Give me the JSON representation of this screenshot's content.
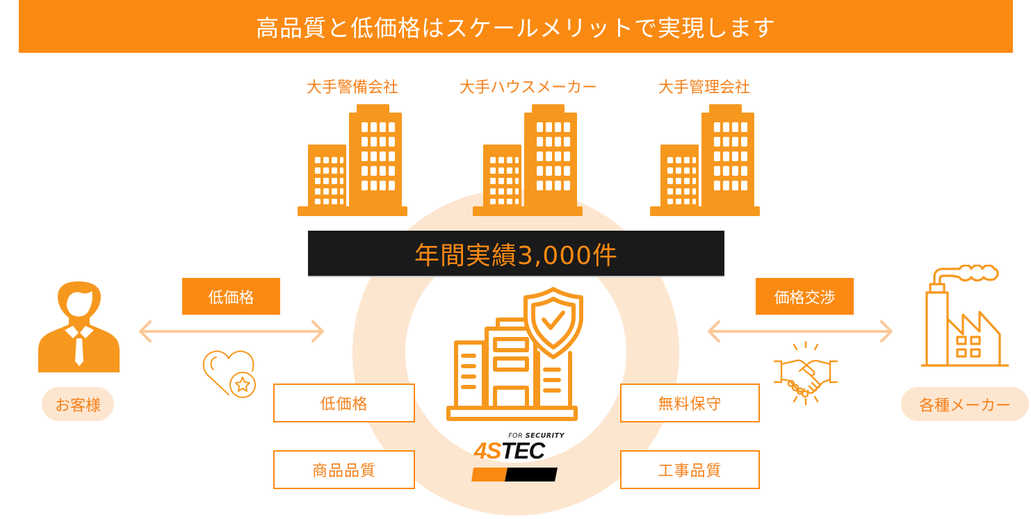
{
  "banner": {
    "title": "高品質と低価格はスケールメリットで実現します"
  },
  "colors": {
    "brand_orange": "#fb8a12",
    "icon_orange": "#f7981e",
    "ring_peach": "#fde6d0",
    "arrow_peach": "#fbc99a",
    "dark": "#1a1a1a"
  },
  "partners": [
    {
      "label": "大手警備会社",
      "icon": "office-buildings-icon"
    },
    {
      "label": "大手ハウスメーカー",
      "icon": "office-buildings-icon"
    },
    {
      "label": "大手管理会社",
      "icon": "office-buildings-icon"
    }
  ],
  "stat": {
    "text": "年間実績3,000件"
  },
  "left": {
    "actor_label": "お客様",
    "actor_icon": "businessman-icon",
    "tag": "低価格",
    "benefit_icon": "heart-star-icon",
    "arrow": "double-arrow-icon"
  },
  "right": {
    "actor_label": "各種メーカー",
    "actor_icon": "factory-icon",
    "tag": "価格交渉",
    "benefit_icon": "handshake-icon",
    "arrow": "double-arrow-icon"
  },
  "center": {
    "icon": "secure-building-icon",
    "logo": {
      "tagline_light": "FOR",
      "tagline_bold": "SECURITY",
      "mark_orange": "4S",
      "mark_dark": "TEC"
    }
  },
  "features_left": [
    "低価格",
    "商品品質"
  ],
  "features_right": [
    "無料保守",
    "工事品質"
  ]
}
